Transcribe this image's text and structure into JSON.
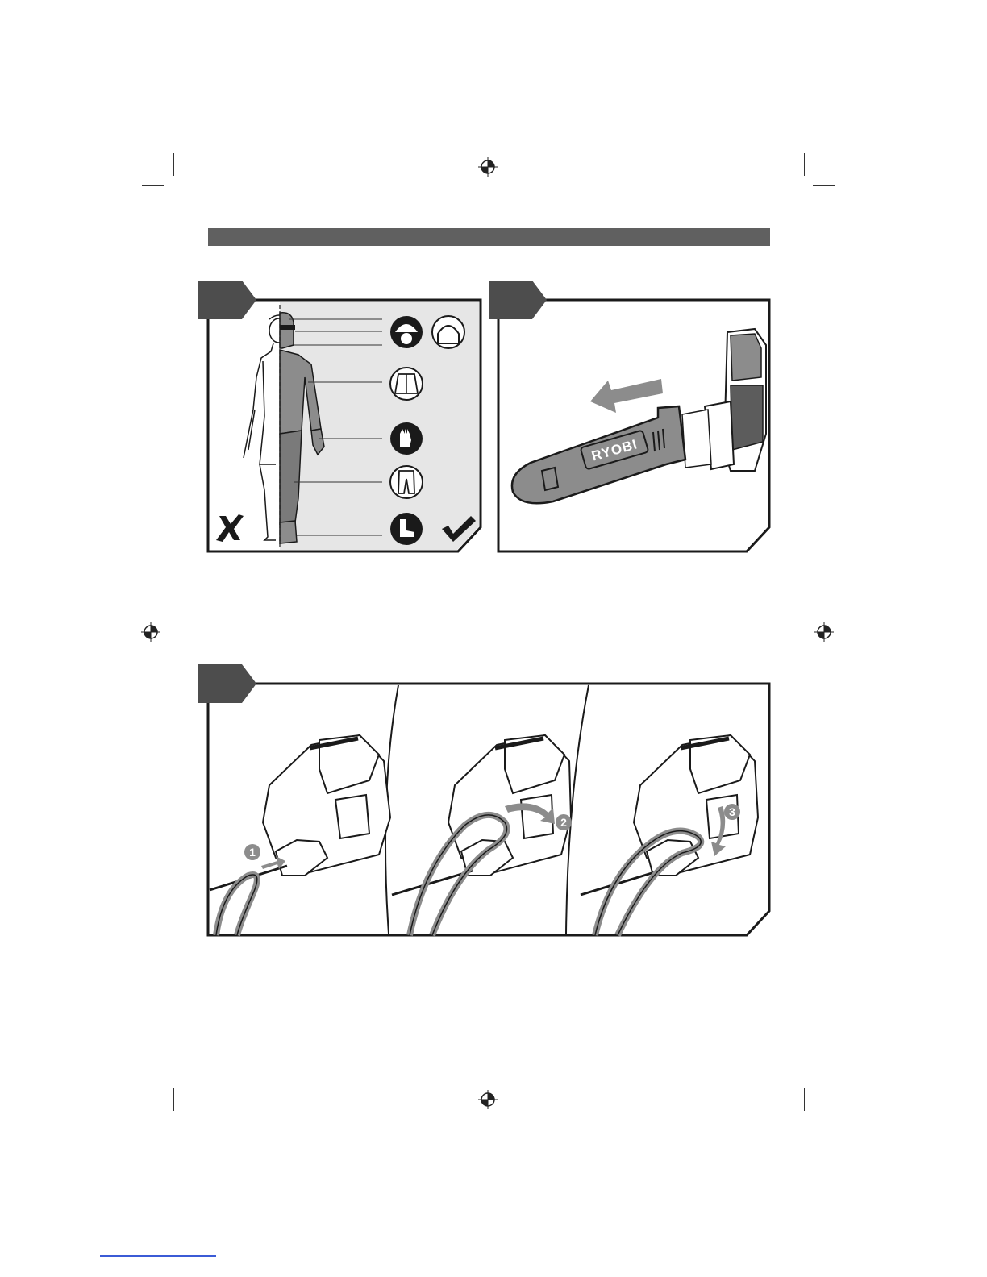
{
  "figures": [
    {
      "id": "fig-ppe",
      "symbols": {
        "wrong": "cross-mark-icon",
        "right": "check-mark-icon"
      },
      "ppe_icons": [
        "helmet-visor-icon",
        "face-shield-helmet-icon",
        "jacket-icon",
        "gloves-icon",
        "trousers-icon",
        "boots-icon"
      ]
    },
    {
      "id": "fig-bar-cover",
      "brand_label": "RYOBI"
    },
    {
      "id": "fig-cord-retainer",
      "steps": [
        "1",
        "2",
        "3"
      ]
    }
  ],
  "colors": {
    "header_bar": "#606060",
    "badge": "#4d4d4d",
    "tool_grey": "#8c8c8c",
    "ink": "#1a1a1a"
  }
}
